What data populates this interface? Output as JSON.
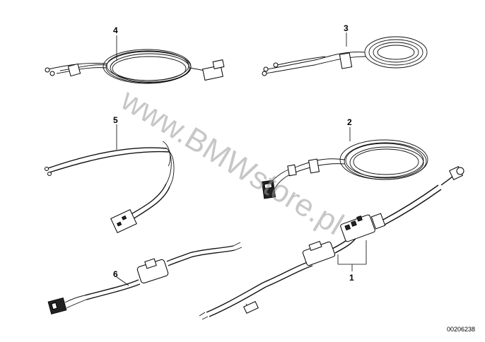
{
  "diagram": {
    "callouts": {
      "c1": "1",
      "c2": "2",
      "c3": "3",
      "c4": "4",
      "c5": "5",
      "c6": "6"
    },
    "watermark": "www.BMWstore.pl",
    "document_number": "00206238"
  }
}
